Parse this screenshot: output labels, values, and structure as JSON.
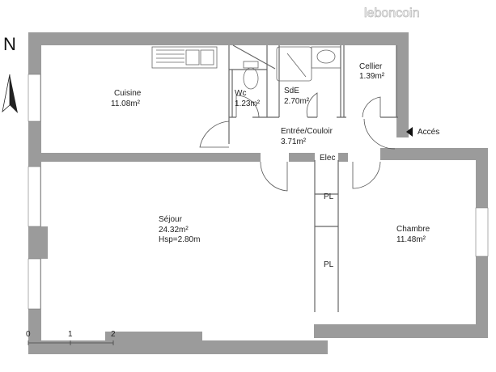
{
  "logo": "leboncoin",
  "north_label": "N",
  "access_label": "Accés",
  "rooms": {
    "cuisine": {
      "name": "Cuisine",
      "area": "11.08m²"
    },
    "wc": {
      "name": "Wc",
      "area": "1.23m²"
    },
    "sde": {
      "name": "SdE",
      "area": "2.70m²"
    },
    "cellier": {
      "name": "Cellier",
      "area": "1.39m²"
    },
    "entree": {
      "name": "Entrée/Couloir",
      "area": "3.71m²"
    },
    "elec": {
      "name": "Elec"
    },
    "pl1": {
      "name": "PL"
    },
    "pl2": {
      "name": "PL"
    },
    "sejour": {
      "name": "Séjour",
      "area": "24.32m²",
      "height": "Hsp=2.80m"
    },
    "chambre": {
      "name": "Chambre",
      "area": "11.48m²"
    }
  },
  "scale": {
    "ticks": [
      "0",
      "1",
      "2"
    ]
  },
  "colors": {
    "wall": "#9b9b9b"
  }
}
